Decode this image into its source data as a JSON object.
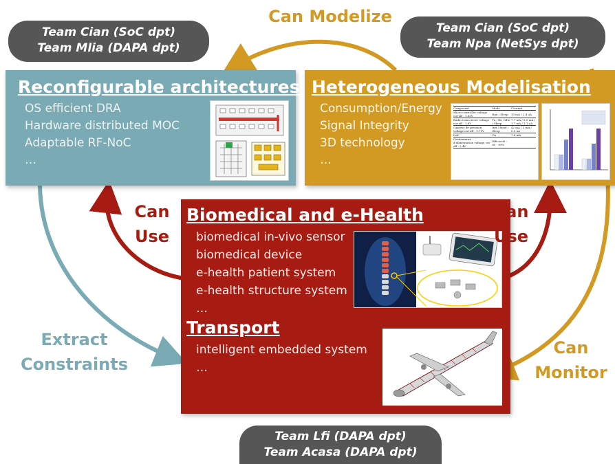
{
  "bubbles": {
    "top_left": [
      "Team Cian (SoC dpt)",
      "Team Mlia (DAPA dpt)"
    ],
    "top_right": [
      "Team Cian (SoC dpt)",
      "Team Npa (NetSys dpt)"
    ],
    "bottom": [
      "Team Lfi (DAPA dpt)",
      "Team Acasa (DAPA dpt)"
    ]
  },
  "arrow_labels": {
    "can_modelize": "Can Modelize",
    "can_use_left": [
      "Can",
      "Use"
    ],
    "can_use_right": [
      "Can",
      "Use"
    ],
    "extract_constraints": [
      "Extract",
      "Constraints"
    ],
    "can_monitor": [
      "Can",
      "Monitor"
    ]
  },
  "boxes": {
    "reconfigurable": {
      "title": "Reconfigurable architectures",
      "items": [
        "OS efficient DRA",
        "Hardware distributed MOC",
        "Adaptable RF-NoC",
        "…"
      ]
    },
    "heterogeneous": {
      "title": "Heterogeneous Modelisation",
      "items": [
        "Consumption/Energy",
        "Signal Integrity",
        "3D technology",
        "…"
      ],
      "table": [
        [
          "Composant",
          "Mode",
          "Courant"
        ],
        [
          "Micro controller voltage cut-off : 1.65V",
          "Run / Sleep",
          "10 mA / 2.4 uA"
        ],
        [
          "Radio transceiver voltage cut-off : 1.8V",
          "Tx / Rx / Idle / Sleep",
          "7.7 mA / 8.5 mA / 1.7 mA / 1.1 uA"
        ],
        [
          "Capteur de pression voltage cut-off : 1.71V",
          "Init / Read / Sleep",
          "42 mA / 5 mA / 0.5 uA"
        ],
        [
          "Led",
          "On",
          "7.6 mA"
        ],
        [
          "Gestionnaire d'alimentation voltage cut-off : 2.4V",
          "Efficacité : 85 - 89%",
          ""
        ]
      ]
    },
    "biomedical": {
      "title": "Biomedical and e-Health",
      "items": [
        "biomedical in-vivo sensor",
        "biomedical device",
        "e-health patient system",
        "e-health structure system",
        "…"
      ]
    },
    "transport": {
      "title": "Transport",
      "items": [
        "intelligent embedded system",
        "…"
      ]
    }
  },
  "colors": {
    "teal": "#7aaab3",
    "gold": "#d39a23",
    "red": "#a61c12",
    "bubble": "#565656"
  }
}
